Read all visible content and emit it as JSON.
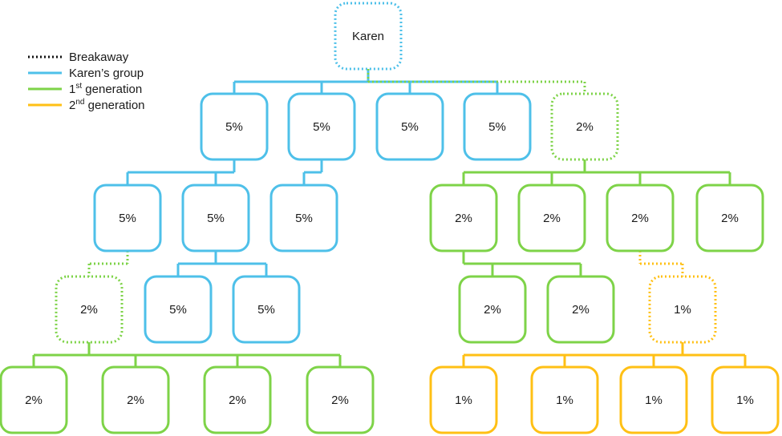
{
  "colors": {
    "blue": "#4ec0e9",
    "green": "#7ed348",
    "orange": "#ffc015",
    "black": "#111111"
  },
  "legend": [
    {
      "style": "dotted",
      "color": "black",
      "parts": [
        {
          "t": "Breakaway"
        }
      ]
    },
    {
      "style": "solid",
      "color": "blue",
      "parts": [
        {
          "t": "Karen’s group"
        }
      ]
    },
    {
      "style": "solid",
      "color": "green",
      "parts": [
        {
          "t": "1"
        },
        {
          "t": "st",
          "sup": true
        },
        {
          "t": " generation"
        }
      ]
    },
    {
      "style": "solid",
      "color": "orange",
      "parts": [
        {
          "t": "2"
        },
        {
          "t": "nd",
          "sup": true
        },
        {
          "t": " generation"
        }
      ]
    }
  ],
  "nodes": {
    "karen": {
      "label": "Karen",
      "color": "blue",
      "dotted": true
    },
    "b1": {
      "label": "5%",
      "color": "blue"
    },
    "b2": {
      "label": "5%",
      "color": "blue"
    },
    "b3": {
      "label": "5%",
      "color": "blue"
    },
    "b4": {
      "label": "5%",
      "color": "blue"
    },
    "g1": {
      "label": "2%",
      "color": "green",
      "dotted": true
    },
    "b5": {
      "label": "5%",
      "color": "blue"
    },
    "b6": {
      "label": "5%",
      "color": "blue"
    },
    "b7": {
      "label": "5%",
      "color": "blue"
    },
    "g2": {
      "label": "2%",
      "color": "green"
    },
    "g3": {
      "label": "2%",
      "color": "green"
    },
    "g4": {
      "label": "2%",
      "color": "green"
    },
    "g5": {
      "label": "2%",
      "color": "green"
    },
    "g6": {
      "label": "2%",
      "color": "green",
      "dotted": true
    },
    "b8": {
      "label": "5%",
      "color": "blue"
    },
    "b9": {
      "label": "5%",
      "color": "blue"
    },
    "g7": {
      "label": "2%",
      "color": "green"
    },
    "g8": {
      "label": "2%",
      "color": "green"
    },
    "o1": {
      "label": "1%",
      "color": "orange",
      "dotted": true
    },
    "g9": {
      "label": "2%",
      "color": "green"
    },
    "g10": {
      "label": "2%",
      "color": "green"
    },
    "g11": {
      "label": "2%",
      "color": "green"
    },
    "g12": {
      "label": "2%",
      "color": "green"
    },
    "o2": {
      "label": "1%",
      "color": "orange"
    },
    "o3": {
      "label": "1%",
      "color": "orange"
    },
    "o4": {
      "label": "1%",
      "color": "orange"
    },
    "o5": {
      "label": "1%",
      "color": "orange"
    }
  },
  "edges": [
    {
      "from": "karen",
      "to": [
        "b1",
        "b2",
        "b3",
        "b4"
      ],
      "color": "blue"
    },
    {
      "from": "karen",
      "to": [
        "g1"
      ],
      "color": "green",
      "dotted": true
    },
    {
      "from": "b1",
      "to": [
        "b5",
        "b6"
      ],
      "color": "blue"
    },
    {
      "from": "b2",
      "to": [
        "b7"
      ],
      "color": "blue"
    },
    {
      "from": "g1",
      "to": [
        "g2",
        "g3",
        "g4",
        "g5"
      ],
      "color": "green"
    },
    {
      "from": "b5",
      "to": [
        "g6"
      ],
      "color": "green",
      "dotted": true
    },
    {
      "from": "b6",
      "to": [
        "b8",
        "b9"
      ],
      "color": "blue"
    },
    {
      "from": "g2",
      "to": [
        "g7",
        "g8"
      ],
      "color": "green"
    },
    {
      "from": "g4",
      "to": [
        "o1"
      ],
      "color": "orange",
      "dotted": true
    },
    {
      "from": "g6",
      "to": [
        "g9",
        "g10",
        "g11",
        "g12"
      ],
      "color": "green"
    },
    {
      "from": "o1",
      "to": [
        "o2",
        "o3",
        "o4",
        "o5"
      ],
      "color": "orange"
    }
  ]
}
